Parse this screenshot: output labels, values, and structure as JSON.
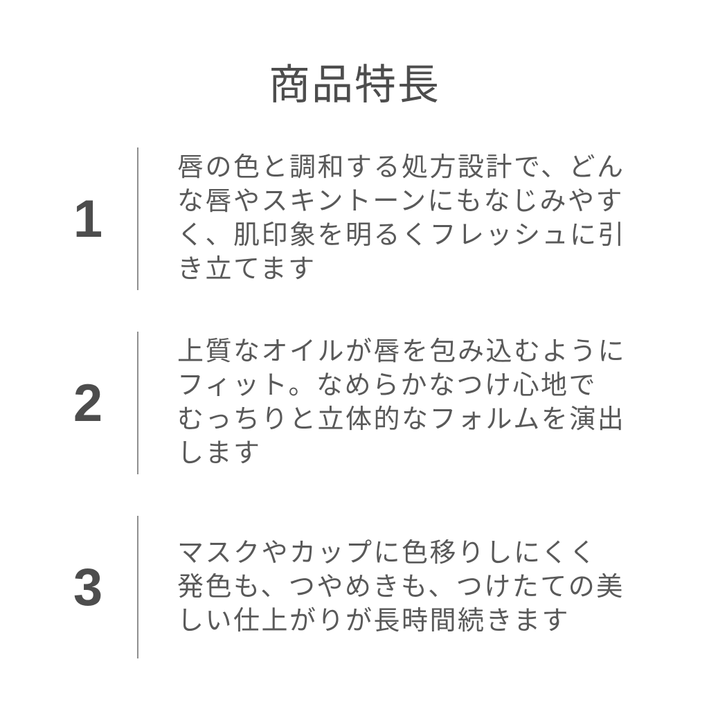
{
  "page": {
    "title": "商品特長",
    "colors": {
      "background": "#ffffff",
      "title": "#4d4d4d",
      "number": "#4d4d4d",
      "body": "#595959",
      "divider": "#8f8f8f"
    }
  },
  "features": [
    {
      "number": "1",
      "lines": [
        "唇の色と調和する処方設計で、どん",
        "な唇やスキントーンにもなじみやす",
        "く、肌印象を明るくフレッシュに引",
        "き立てます"
      ]
    },
    {
      "number": "2",
      "lines": [
        "上質なオイルが唇を包み込むように",
        "フィット。なめらかなつけ心地で",
        "むっちりと立体的なフォルムを演出",
        "します"
      ]
    },
    {
      "number": "3",
      "lines": [
        "マスクやカップに色移りしにくく",
        "発色も、つやめきも、つけたての美",
        "しい仕上がりが長時間続きます"
      ]
    }
  ]
}
